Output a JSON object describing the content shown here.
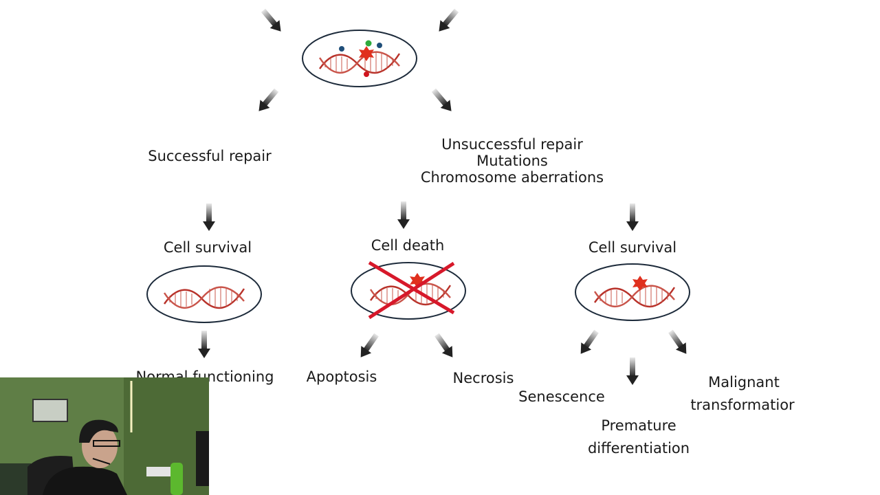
{
  "diagram": {
    "nodes": {
      "successful_repair": "Successful repair",
      "unsuccessful_repair": [
        "Unsuccessful repair",
        "Mutations",
        "Chromosome aberrations"
      ],
      "cell_survival_left": "Cell survival",
      "cell_death": "Cell death",
      "cell_survival_right": "Cell survival",
      "normal_functioning": "Normal functioning",
      "apoptosis": "Apoptosis",
      "necrosis": "Necrosis",
      "senescence": "Senescence",
      "premature_differentiation": [
        "Premature",
        "differentiation"
      ],
      "malignant_transformation": [
        "Malignant",
        "transformatior"
      ]
    },
    "colors": {
      "dna": "#b8322a",
      "damage": "#e0301e",
      "cross": "#d7182a",
      "cell_outline": "#1c2a3a"
    }
  },
  "webcam": {
    "description_icon": "webcam-overlay"
  }
}
